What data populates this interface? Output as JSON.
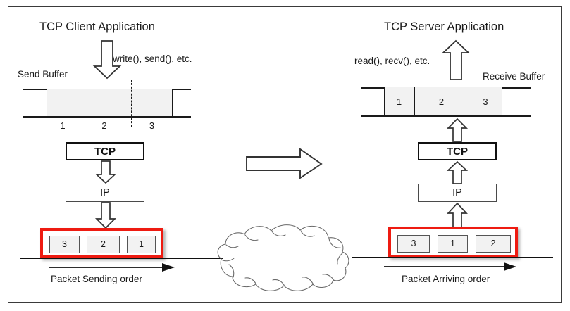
{
  "diagram": {
    "title_client": "TCP Client Application",
    "title_server": "TCP Server Application",
    "client": {
      "api_call_label": "write(), send(), etc.",
      "buffer_label": "Send Buffer",
      "buffer_segments": [
        "1",
        "2",
        "3"
      ],
      "tcp_label": "TCP",
      "ip_label": "IP",
      "packets": [
        "3",
        "2",
        "1"
      ],
      "wire_label": "Packet Sending order"
    },
    "server": {
      "api_call_label": "read(), recv(), etc.",
      "buffer_label": "Receive Buffer",
      "buffer_segments": [
        "1",
        "2",
        "3"
      ],
      "tcp_label": "TCP",
      "ip_label": "IP",
      "packets": [
        "3",
        "1",
        "2"
      ],
      "wire_label": "Packet Arriving order"
    },
    "network": {
      "cloud_label": ""
    },
    "colors": {
      "packet_highlight": "#ee1b11",
      "stroke": "#1a1a1a",
      "fill_gray": "#f2f2f2",
      "frame": "#3a3a3a"
    }
  }
}
